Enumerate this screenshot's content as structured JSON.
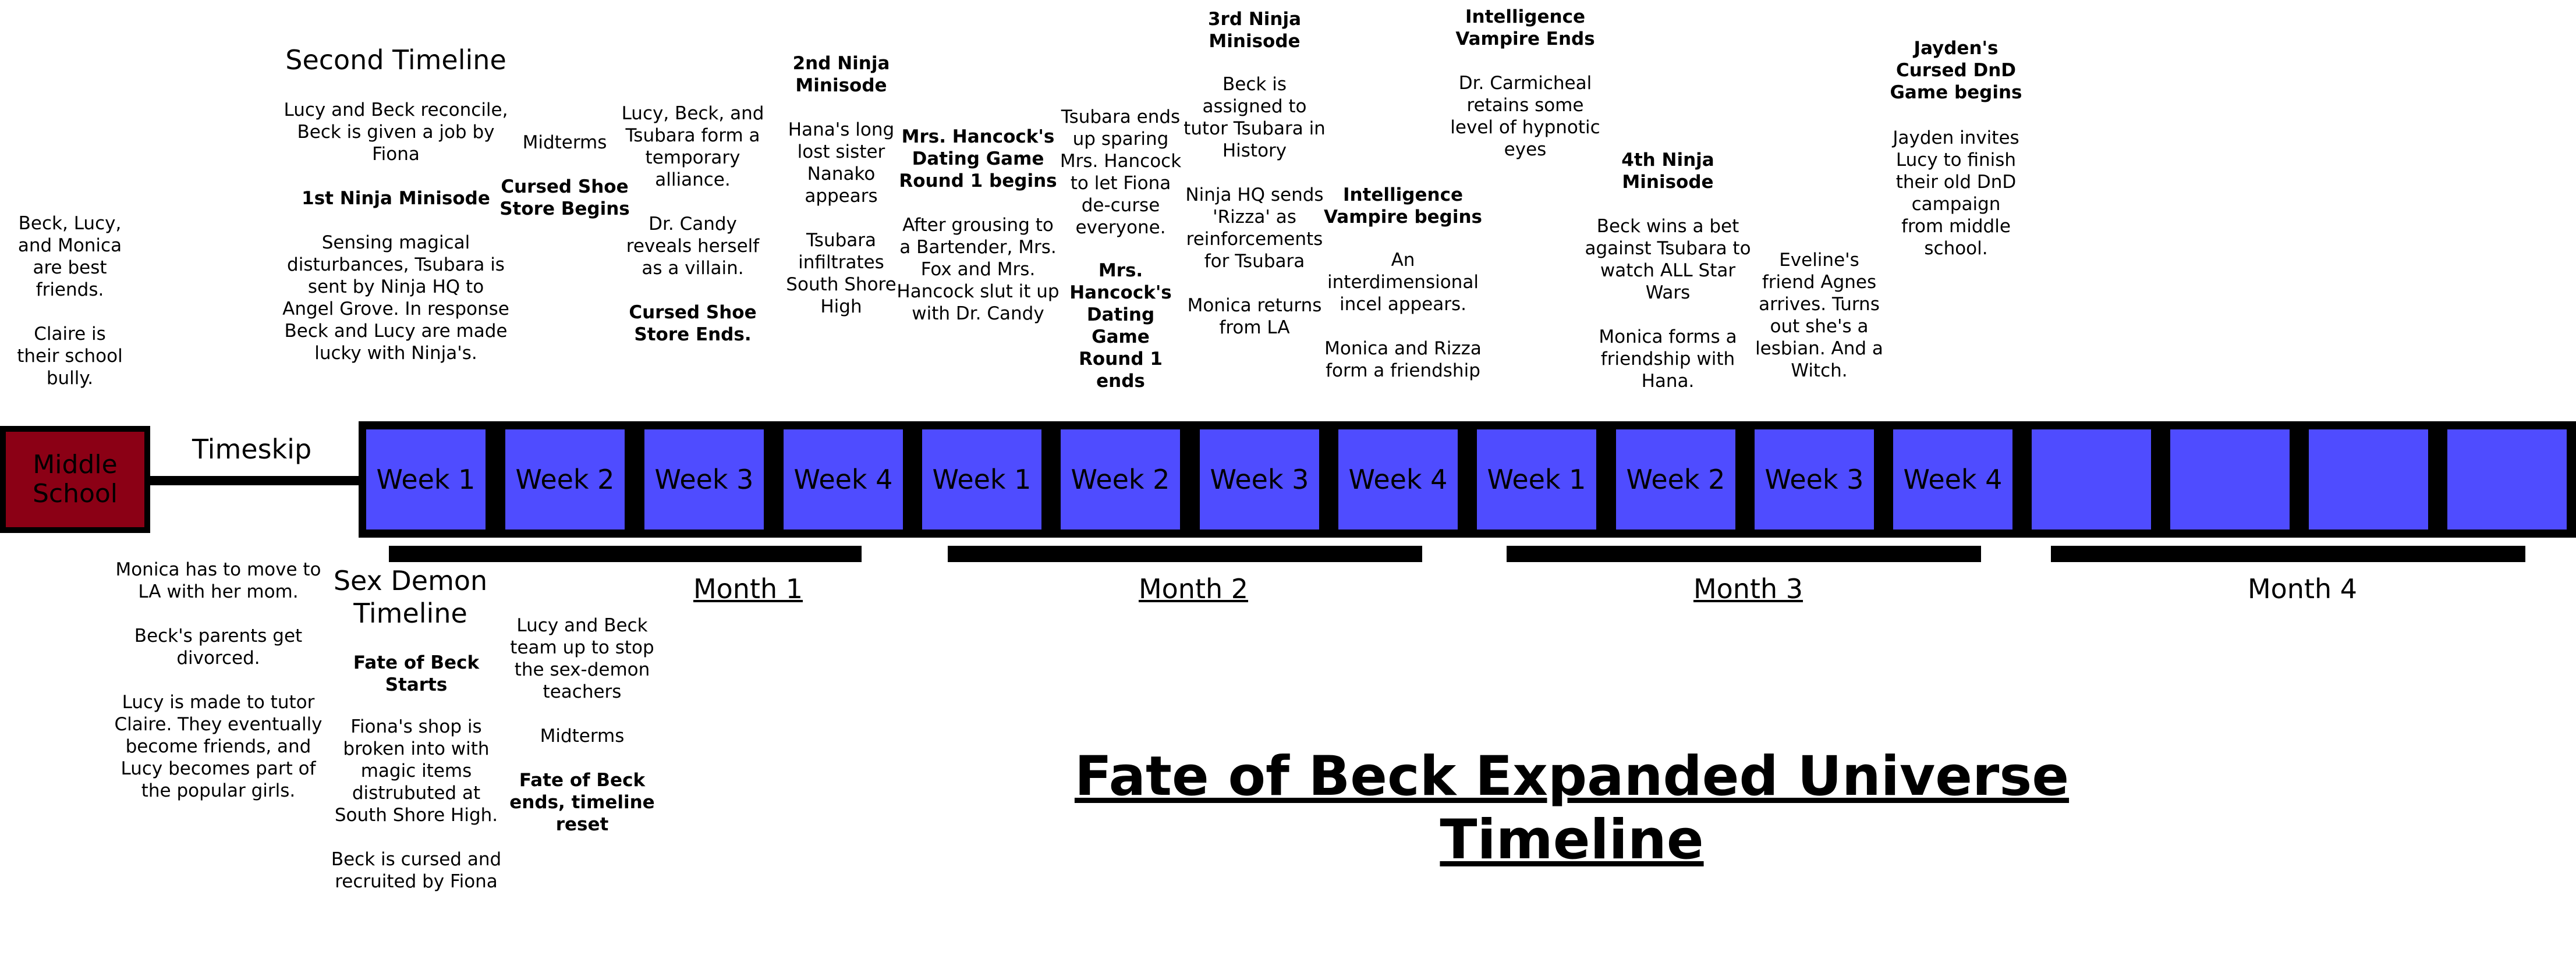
{
  "title": "Fate of Beck Expanded Universe Timeline",
  "colors": {
    "week_fill": "#4f4cff",
    "middle_school_fill": "#8b0015",
    "bar": "#000000"
  },
  "middle_school": "Middle\nSchool",
  "timeskip": "Timeskip",
  "weeks": [
    "Week 1",
    "Week 2",
    "Week 3",
    "Week 4",
    "Week 1",
    "Week 2",
    "Week 3",
    "Week 4",
    "Week 1",
    "Week 2",
    "Week 3",
    "Week 4",
    "",
    "",
    "",
    ""
  ],
  "months": [
    "Month 1",
    "Month 2",
    "Month 3",
    "Month 4"
  ],
  "notes": {
    "best_friends": "Beck, Lucy,\nand Monica\nare best\nfriends.\n\nClaire is\ntheir school\nbully.",
    "second_timeline": "Second Timeline",
    "reconcile": "Lucy and Beck reconcile,\nBeck is given a job by\nFiona",
    "ninja1_title": "1st Ninja Minisode",
    "ninja1_body": "Sensing magical\ndisturbances, Tsubara is\nsent by Ninja HQ to\nAngel Grove. In response\nBeck and Lucy are made\nlucky with Ninja's.",
    "midterms_top": "Midterms",
    "shoe_begins": "Cursed Shoe\nStore Begins",
    "alliance": "Lucy, Beck, and\nTsubara form a\ntemporary\nalliance.\n\nDr. Candy\nreveals herself\nas a villain.",
    "shoe_ends": "Cursed Shoe\nStore Ends.",
    "ninja2_title": "2nd Ninja\nMinisode",
    "ninja2_body": "Hana's long\nlost sister\nNanako\nappears\n\nTsubara\ninfiltrates\nSouth Shore\nHigh",
    "hancock_begins": "Mrs. Hancock's\nDating Game\nRound 1 begins",
    "grousing": "After grousing to\na Bartender, Mrs.\nFox and Mrs.\nHancock slut it up\nwith Dr. Candy",
    "sparing": "Tsubara ends\nup sparing\nMrs. Hancock\nto let Fiona\nde-curse\neveryone.",
    "hancock_ends": "Mrs.\nHancock's\nDating\nGame\nRound 1\nends",
    "ninja3_title": "3rd Ninja\nMinisode",
    "ninja3_body": "Beck is\nassigned to\ntutor Tsubara in\nHistory\n\nNinja HQ sends\n'Rizza' as\nreinforcements\nfor Tsubara\n\nMonica returns\nfrom LA",
    "vampire_begins": "Intelligence\nVampire begins",
    "vampire_begins_body": "An\ninterdimensional\nincel appears.\n\nMonica and Rizza\nform a friendship",
    "vampire_ends": "Intelligence\nVampire Ends",
    "vampire_ends_body": "Dr. Carmicheal\nretains some\nlevel of hypnotic\neyes",
    "ninja4_title": "4th Ninja\nMinisode",
    "ninja4_body": "Beck wins a bet\nagainst Tsubara to\nwatch ALL Star\nWars\n\nMonica forms a\nfriendship with\nHana.",
    "eveline": "Eveline's\nfriend Agnes\narrives. Turns\nout she's a\nlesbian. And a\nWitch.",
    "jayden_title": "Jayden's\nCursed DnD\nGame begins",
    "jayden_body": "Jayden invites\nLucy to finish\ntheir old DnD\ncampaign\nfrom middle\nschool.",
    "monica_la": "Monica has to move to\nLA with her mom.\n\nBeck's parents get\ndivorced.\n\nLucy is made to tutor\nClaire. They eventually\nbecome friends, and\nLucy becomes part of\nthe popular girls.",
    "sex_demon": "Sex Demon\nTimeline",
    "fate_starts": "Fate of Beck\nStarts",
    "fiona_shop": "Fiona's shop is\nbroken into with\nmagic items\ndistrubuted at\nSouth Shore High.\n\nBeck is cursed and\nrecruited by Fiona",
    "team_up": "Lucy and Beck\nteam up to stop\nthe sex-demon\nteachers\n\nMidterms",
    "fate_ends": "Fate of Beck\nends, timeline\nreset"
  }
}
